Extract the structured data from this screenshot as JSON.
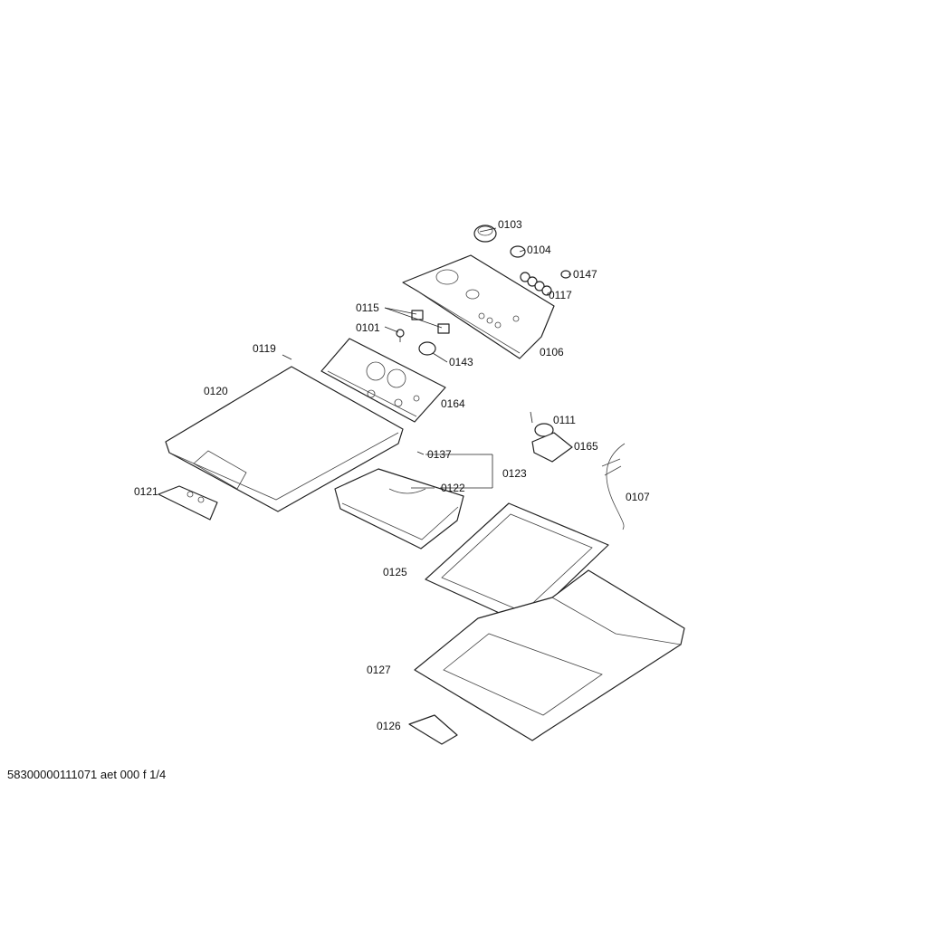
{
  "diagram": {
    "labels": {
      "p0103": "0103",
      "p0104": "0104",
      "p0147": "0147",
      "p0117": "0117",
      "p0115": "0115",
      "p0101": "0101",
      "p0143": "0143",
      "p0106": "0106",
      "p0119": "0119",
      "p0120": "0120",
      "p0164": "0164",
      "p0111": "0111",
      "p0165": "0165",
      "p0137": "0137",
      "p0123": "0123",
      "p0122": "0122",
      "p0121": "0121",
      "p0107": "0107",
      "p0125": "0125",
      "p0127": "0127",
      "p0126": "0126"
    }
  },
  "footer": "58300000111071 aet 000 f 1/4"
}
